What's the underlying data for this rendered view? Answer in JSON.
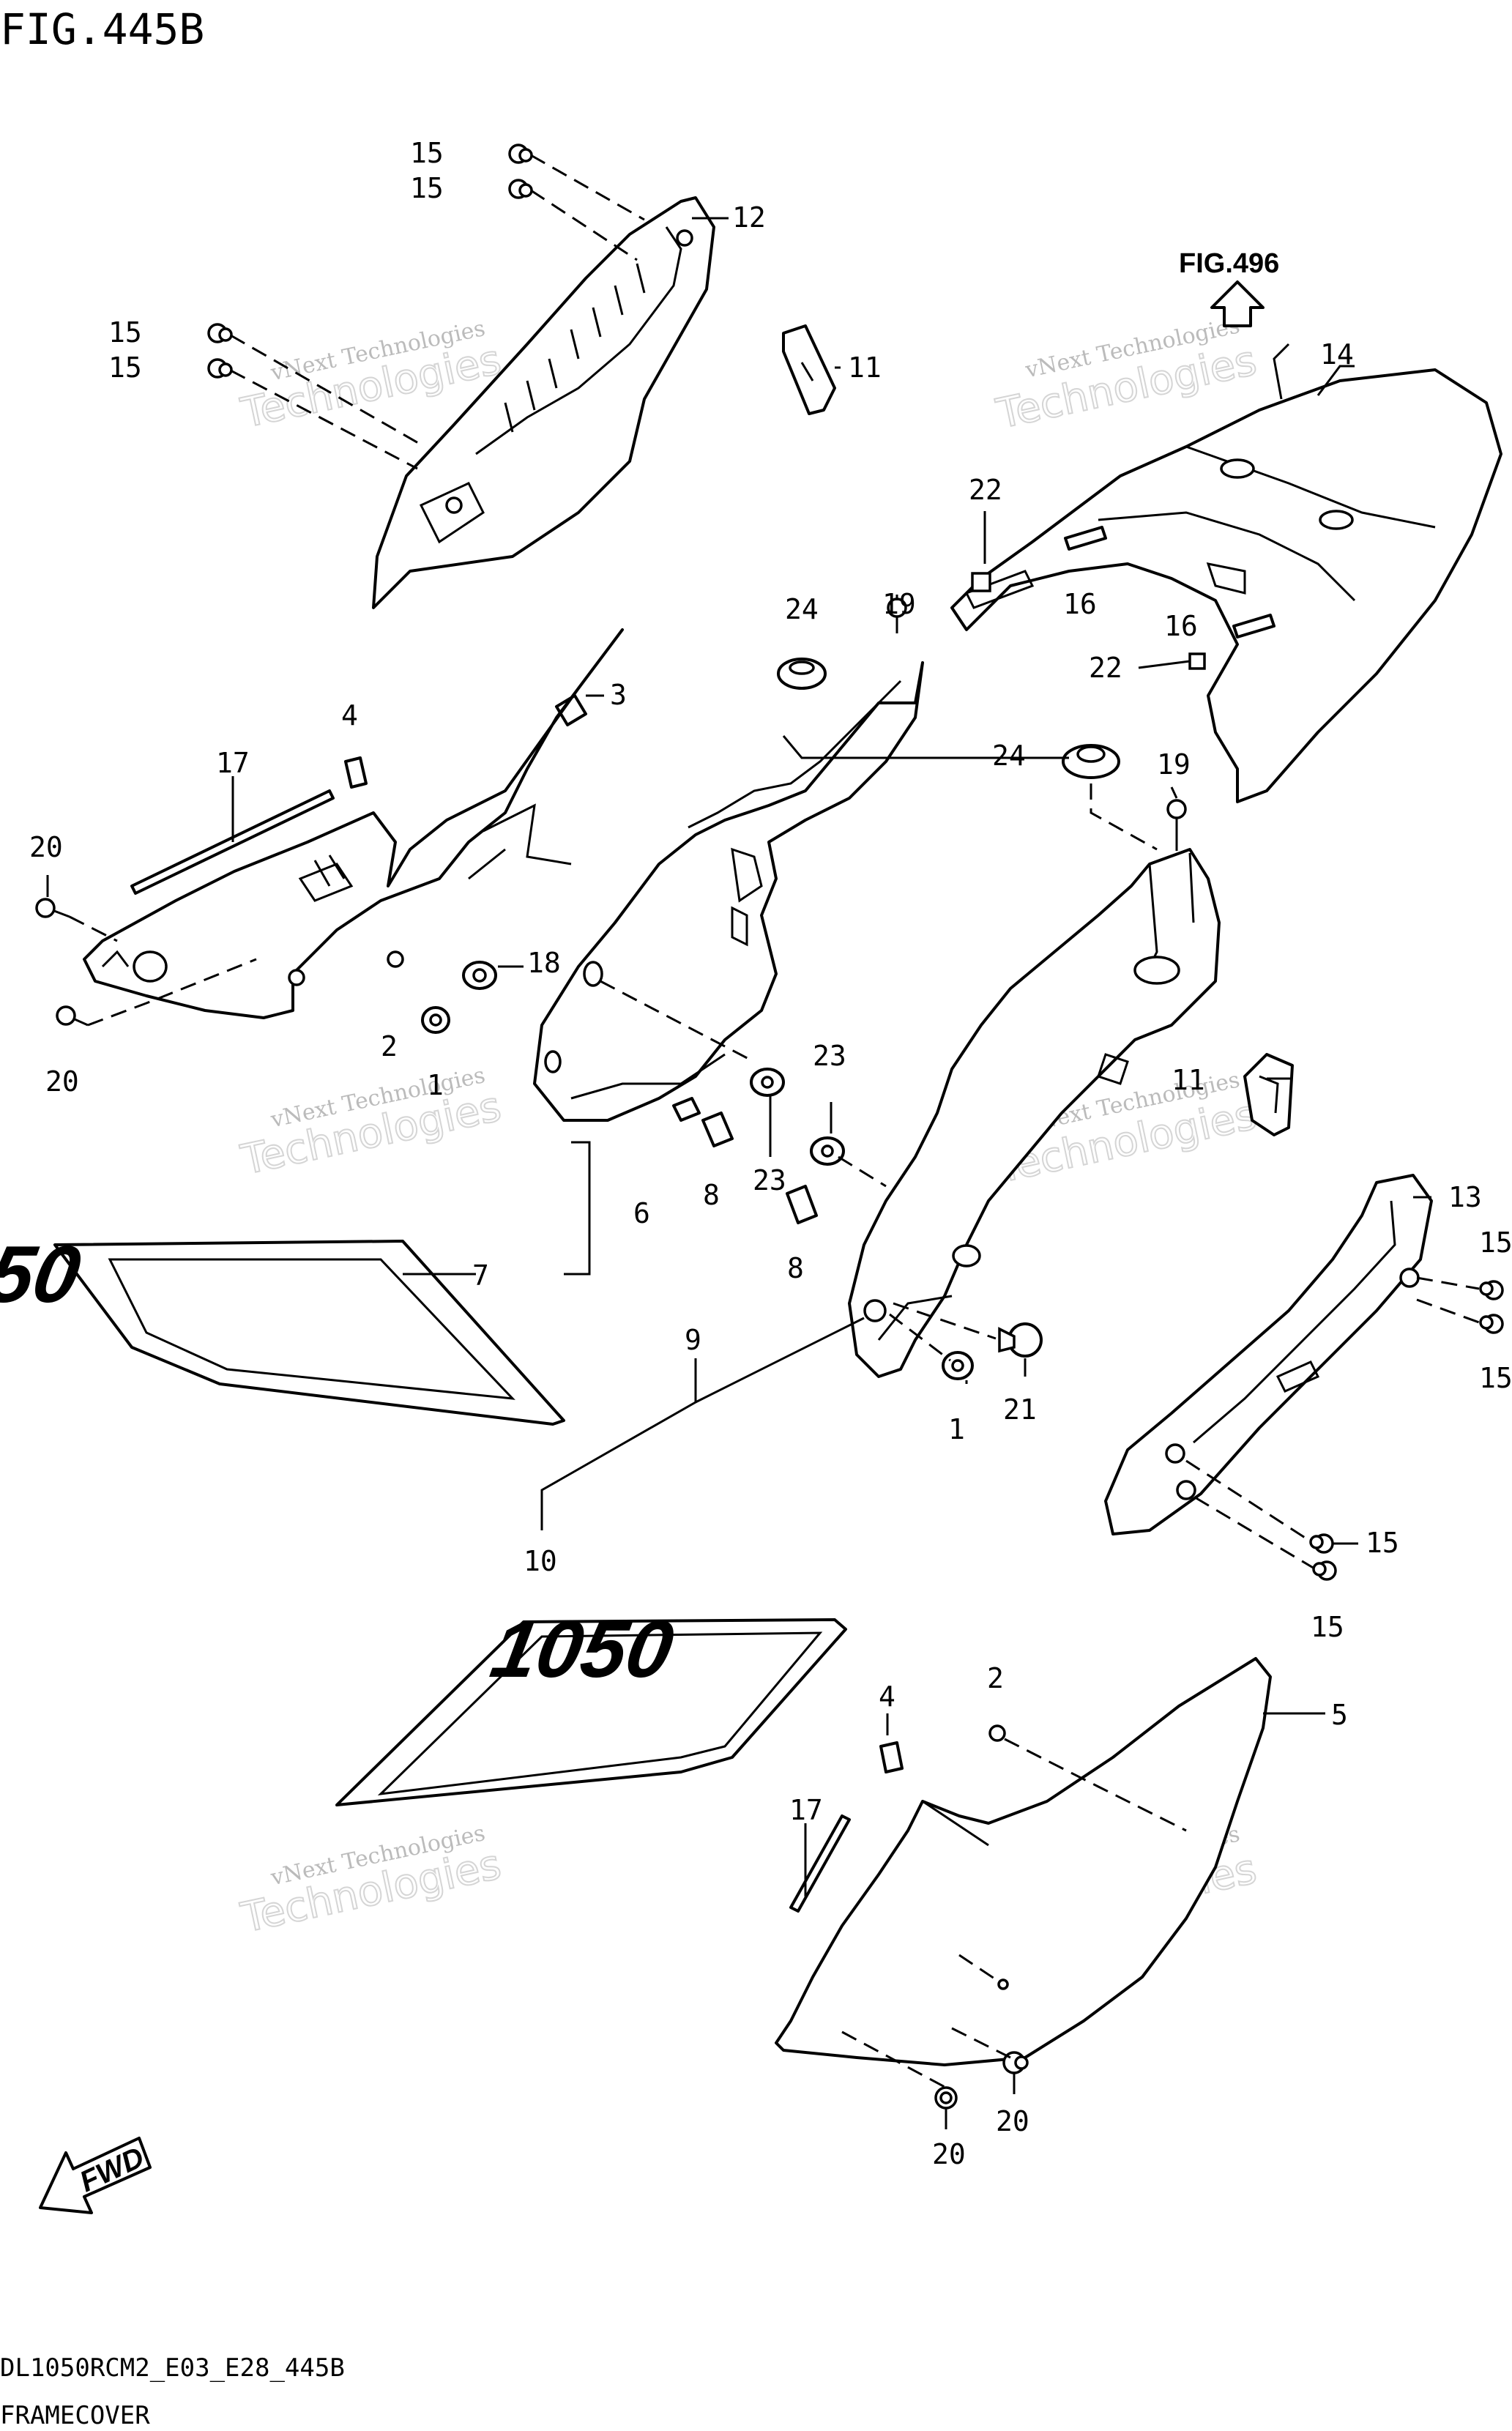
{
  "header": {
    "figure_title": "FIG.445B"
  },
  "reference": {
    "label": "FIG.496"
  },
  "footer": {
    "model_code": "DL1050RCM2_E03_E28_445B",
    "caption": "FRAMECOVER"
  },
  "decals": {
    "logo_text": "1050"
  },
  "fwd": {
    "label": "FWD"
  },
  "watermark": {
    "line1": "vNext Technologies",
    "line2": "Technologies"
  },
  "callouts": {
    "c15a": "15",
    "c15b": "15",
    "c12": "12",
    "c15c": "15",
    "c15d": "15",
    "c11a": "11",
    "c14": "14",
    "c22a": "22",
    "c16a": "16",
    "c16b": "16",
    "c22b": "22",
    "c19a": "19",
    "c24a": "24",
    "c3": "3",
    "c4a": "4",
    "c17a": "17",
    "c20a": "20",
    "c20b": "20",
    "c18": "18",
    "c2a": "2",
    "c1a": "1",
    "c24b": "24",
    "c19b": "19",
    "c11b": "11",
    "c13": "13",
    "c15e": "15",
    "c15f": "15",
    "c23a": "23",
    "c23b": "23",
    "c8a": "8",
    "c8b": "8",
    "c6": "6",
    "c7": "7",
    "c1b": "1",
    "c21": "21",
    "c9": "9",
    "c10": "10",
    "c15g": "15",
    "c15h": "15",
    "c2b": "2",
    "c4b": "4",
    "c5": "5",
    "c17b": "17",
    "c20c": "20",
    "c20d": "20"
  },
  "colors": {
    "line": "#000000",
    "background": "#ffffff",
    "watermark": "#bbbbbb"
  }
}
